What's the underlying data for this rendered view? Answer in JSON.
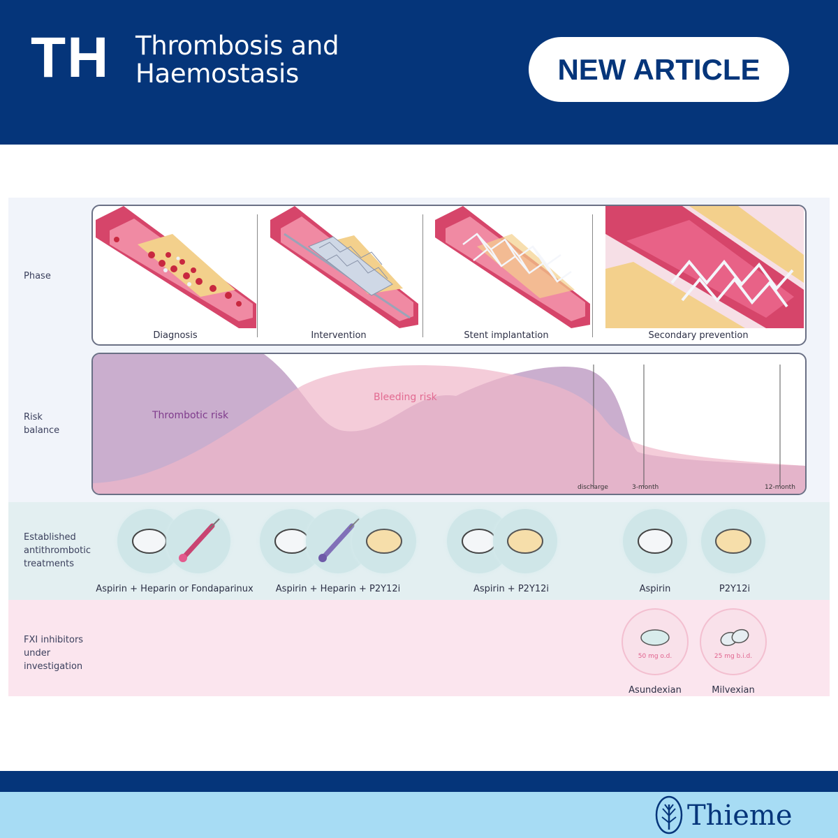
{
  "header": {
    "abbr": "TH",
    "journal_line1": "Thrombosis and",
    "journal_line2": "Haemostasis",
    "badge": "NEW ARTICLE"
  },
  "rows": {
    "phase": "Phase",
    "risk_line1": "Risk",
    "risk_line2": "balance",
    "treat_line1": "Established",
    "treat_line2": "antithrombotic",
    "treat_line3": "treatments",
    "fxi_line1": "FXI inhibitors",
    "fxi_line2": "under",
    "fxi_line3": "investigation"
  },
  "phases": [
    "Diagnosis",
    "Intervention",
    "Stent implantation",
    "Secondary prevention"
  ],
  "risk": {
    "thrombotic": "Thrombotic risk",
    "bleeding": "Bleeding risk",
    "markers": [
      "discharge",
      "3-month",
      "12-month"
    ]
  },
  "treatments": [
    "Aspirin + Heparin or Fondaparinux",
    "Aspirin + Heparin + P2Y12i",
    "Aspirin + P2Y12i",
    "Aspirin",
    "P2Y12i"
  ],
  "fxi": [
    {
      "name": "Asundexian",
      "dose": "50 mg o.d."
    },
    {
      "name": "Milvexian",
      "dose": "25 mg b.i.d."
    }
  ],
  "colors": {
    "navy": "#05357a",
    "light_blue": "#a7dcf4",
    "thrombotic": "#b58fbb",
    "bleeding": "#f0b7c9"
  },
  "footer": {
    "publisher": "Thieme"
  }
}
